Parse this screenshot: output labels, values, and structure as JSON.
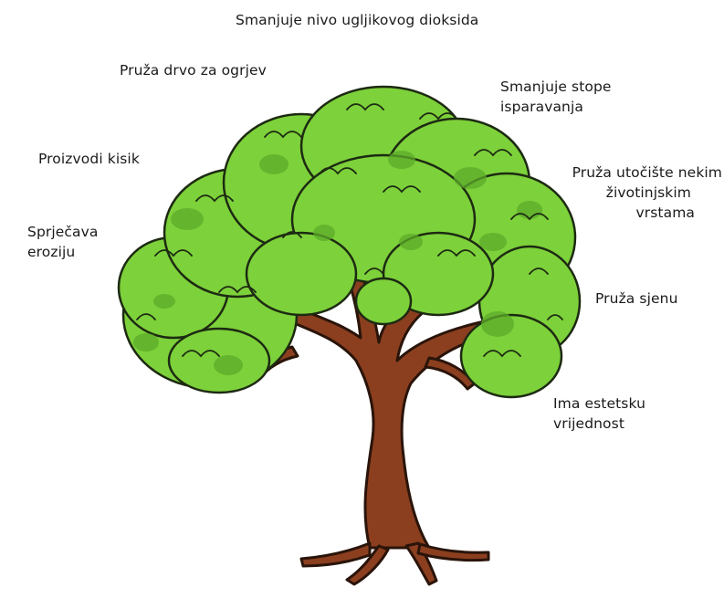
{
  "labels": {
    "co2": "Smanjuje nivo ugljikovog dioksida",
    "firewood": "Pruža drvo za ogrjev",
    "evaporation_l1": "Smanjuje stope",
    "evaporation_l2": "isparavanja",
    "oxygen": "Proizvodi kisik",
    "shelter_l1": "Pruža  utočište nekim",
    "shelter_l2": "životinjskim",
    "shelter_l3": "vrstama",
    "erosion_l1": "Sprječava",
    "erosion_l2": "eroziju",
    "shade": "Pruža sjenu",
    "aesthetic_l1": "Ima estetsku",
    "aesthetic_l2": "vrijednost"
  },
  "colors": {
    "foliage": "#7dd13a",
    "foliage_dark": "#5cab2a",
    "outline": "#1d2a12",
    "trunk": "#8b3f1f",
    "trunk_dark": "#5a2610"
  }
}
